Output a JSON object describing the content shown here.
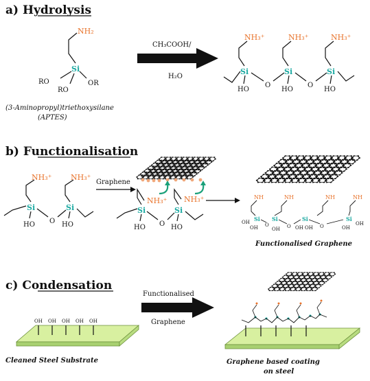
{
  "sections": {
    "a": {
      "title": "a)  Hydrolysis"
    },
    "b": {
      "title": "b)  Functionalisation"
    },
    "c": {
      "title": "c)  Condensation"
    }
  },
  "hydrolysis": {
    "reagent_line1": "CH₃COOH/",
    "reagent_line2": "H₂O",
    "compound_name": "(3-Aminopropyl)triethoxysilane",
    "compound_abbr": "(APTES)",
    "amine": "NH₂",
    "si": "Si",
    "ro": "RO",
    "or": "OR",
    "ammonium": "NH₃⁺",
    "ho": "HO",
    "o": "O"
  },
  "functionalisation": {
    "reagent": "Graphene",
    "nh": "NH",
    "oh": "OH",
    "product_label": "Functionalised Graphene"
  },
  "condensation": {
    "reagent_line1": "Functionalised",
    "reagent_line2": "Graphene",
    "substrate_label": "Cleaned Steel Substrate",
    "coating_label_line1": "Graphene based coating",
    "coating_label_line2": "on steel"
  },
  "colors": {
    "silicon": "#1aa9a1",
    "amine": "#e8722a",
    "steel_top": "#d8f0a0",
    "steel_side": "#a8d070",
    "arrow": "#111111"
  }
}
